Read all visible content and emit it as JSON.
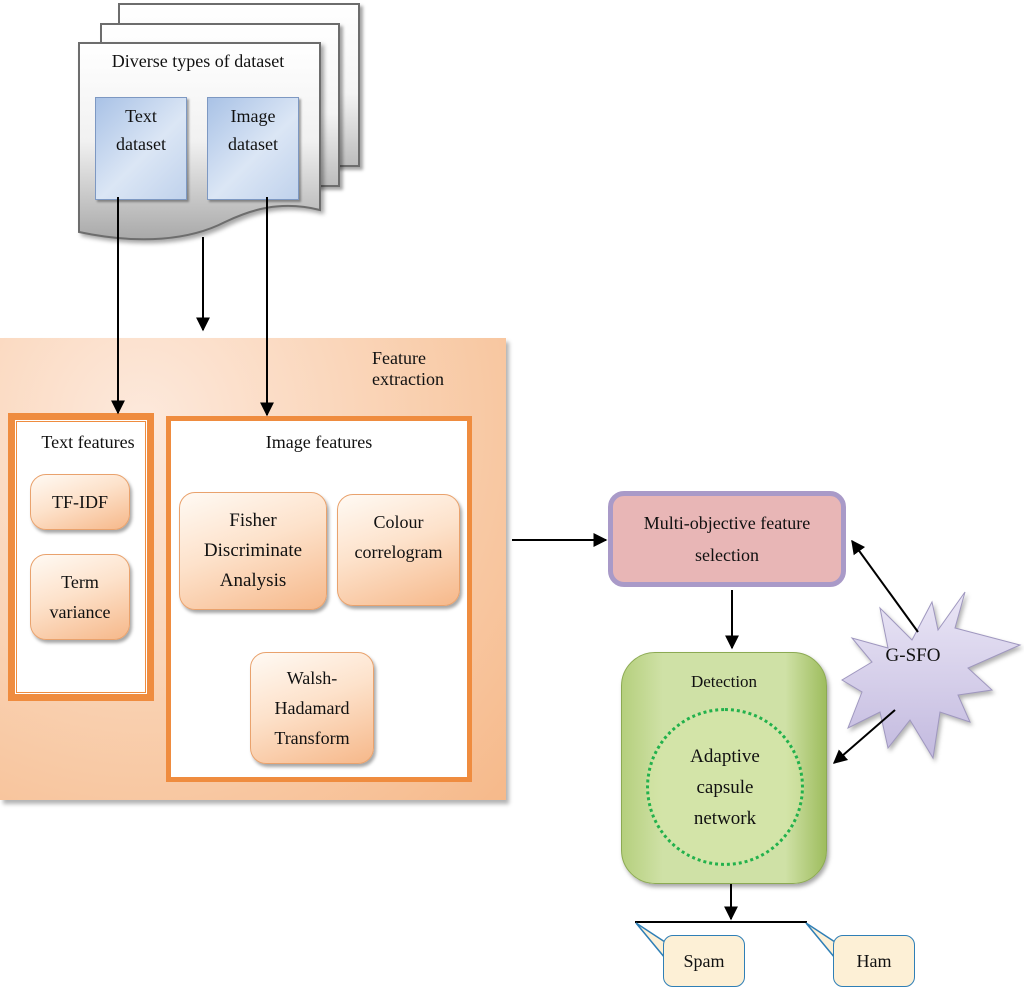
{
  "dataset": {
    "title": "Diverse types of dataset",
    "text_dataset_line1": "Text",
    "text_dataset_line2": "dataset",
    "image_dataset_line1": "Image",
    "image_dataset_line2": "dataset"
  },
  "feature_extraction": {
    "label": "Feature extraction",
    "text_features": {
      "title": "Text features",
      "items": [
        "TF-IDF",
        "Term variance"
      ]
    },
    "image_features": {
      "title": "Image features",
      "items": [
        "Fisher Discriminate Analysis",
        "Colour correlogram",
        "Walsh-Hadamard Transform"
      ]
    }
  },
  "selection": {
    "label": "Multi-objective feature selection"
  },
  "optimizer": {
    "label": "G-SFO"
  },
  "detection": {
    "label": "Detection",
    "model": "Adaptive capsule network"
  },
  "outputs": [
    "Spam",
    "Ham"
  ],
  "colors": {
    "feature_orange": "#ef8c3f",
    "selection_fill": "#e8b6b6",
    "selection_border": "#a99ac8",
    "detection_green": "#b5cf7d",
    "capsule_dots": "#22b14c",
    "gsfo_fill": "#d6d0ea",
    "bubble_fill": "#fdf0d6",
    "bubble_border": "#2f7fb6",
    "dataset_blue": "#a9c2e6"
  }
}
